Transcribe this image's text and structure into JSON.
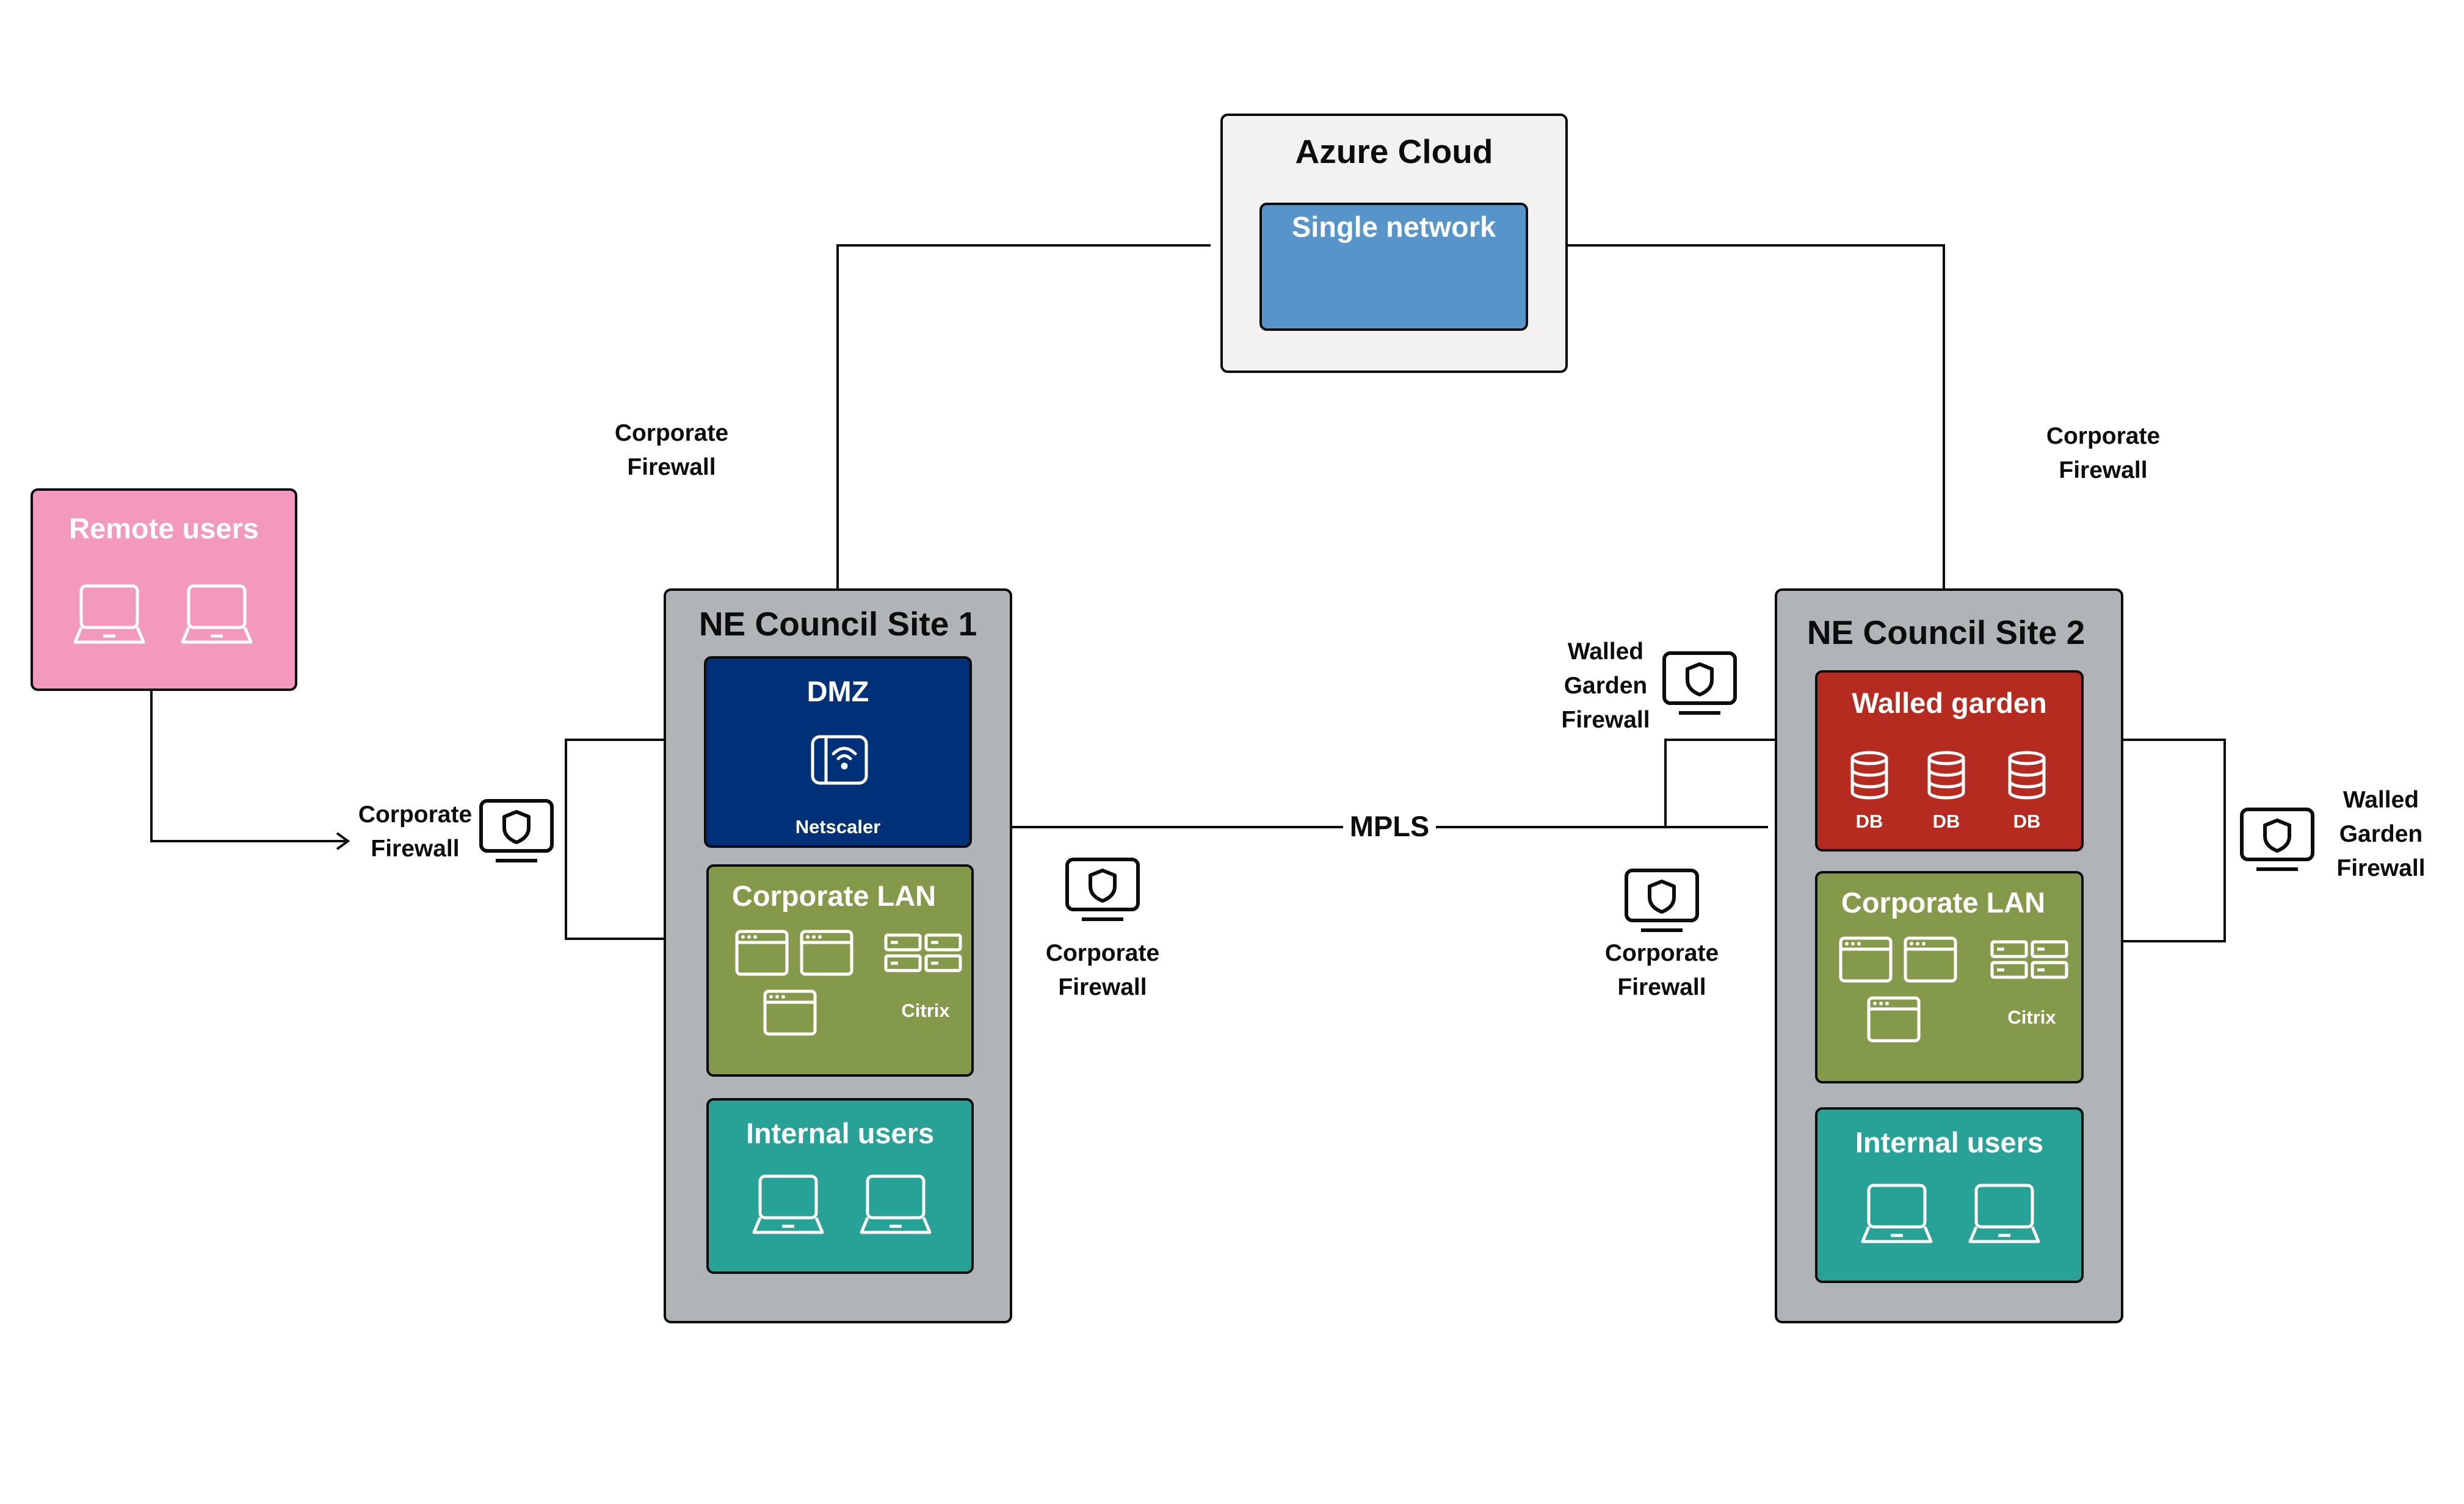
{
  "colors": {
    "azure_bg": "#f3f2f1",
    "single_network": "#5694ca",
    "remote_users": "#f499be",
    "site_bg": "#b1b4b6",
    "dmz": "#003078",
    "corporate_lan": "#85994b",
    "internal_users": "#28a197",
    "walled_garden": "#b52b1f",
    "line": "#0b0c0c"
  },
  "azure": {
    "title": "Azure Cloud",
    "network": "Single network"
  },
  "remote": {
    "title": "Remote users"
  },
  "site1": {
    "title": "NE Council Site 1",
    "dmz_title": "DMZ",
    "dmz_caption": "Netscaler",
    "lan_title": "Corporate LAN",
    "lan_caption": "Citrix",
    "users_title": "Internal users"
  },
  "site2": {
    "title": "NE Council Site 2",
    "wg_title": "Walled garden",
    "db_labels": [
      "DB",
      "DB",
      "DB"
    ],
    "lan_title": "Corporate LAN",
    "lan_caption": "Citrix",
    "users_title": "Internal users"
  },
  "link": {
    "mpls": "MPLS"
  },
  "labels": {
    "fw_top_left": [
      "Corporate",
      "Firewall"
    ],
    "fw_top_right": [
      "Corporate",
      "Firewall"
    ],
    "fw_remote": [
      "Corporate",
      "Firewall"
    ],
    "fw_mid_left": [
      "Corporate",
      "Firewall"
    ],
    "fw_mid_right": [
      "Corporate",
      "Firewall"
    ],
    "wg_fw_left": [
      "Walled",
      "Garden",
      "Firewall"
    ],
    "wg_fw_right": [
      "Walled",
      "Garden",
      "Firewall"
    ]
  },
  "icons": {
    "firewall": "shield-monitor-icon",
    "laptop": "laptop-icon",
    "netscaler": "router-icon",
    "window": "browser-window-icon",
    "server": "server-icon",
    "database": "database-icon"
  }
}
